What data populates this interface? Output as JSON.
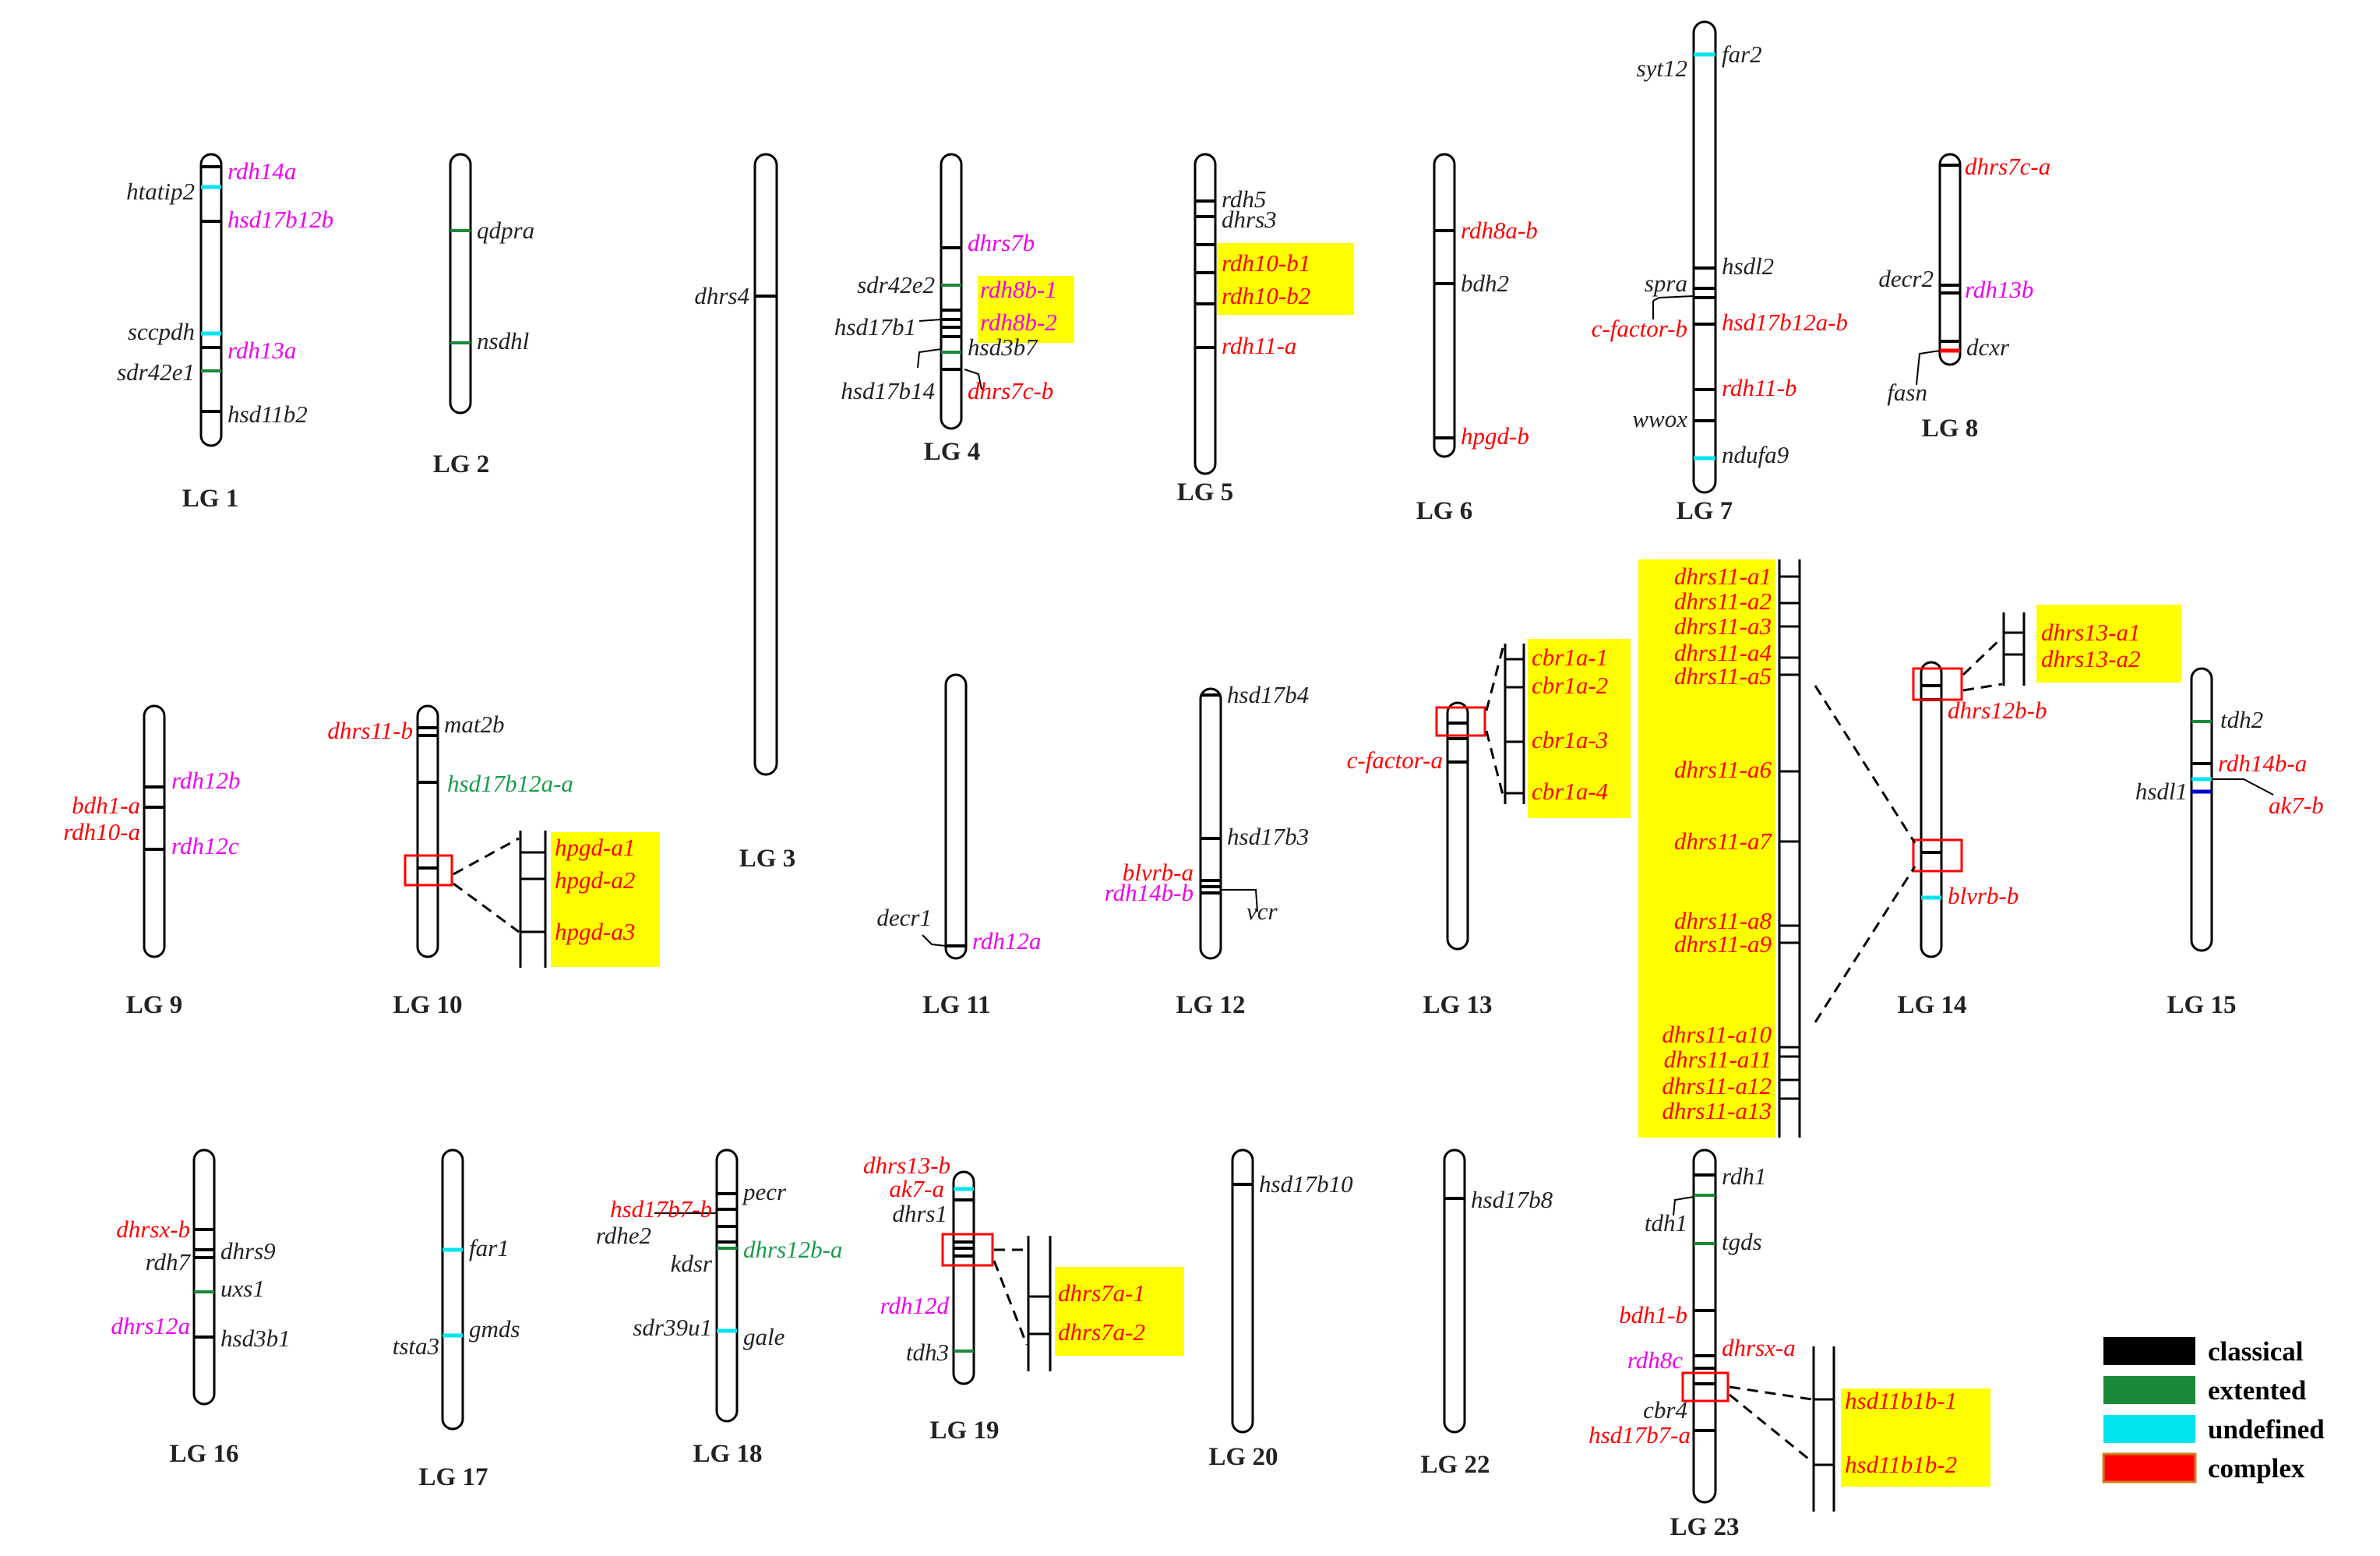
{
  "colors": {
    "classical": "#000000",
    "extented": "#1a8a3a",
    "undefined": "#00e5ee",
    "complex": "#ff0000",
    "magenta": "#ee00ee",
    "highlight": "#ffff00",
    "black_text": "#222222",
    "green_text": "#1a9a4a"
  },
  "legend": {
    "classical": "classical",
    "extented": "extented",
    "undefined": "undefined",
    "complex": "complex"
  },
  "chromosomes": {
    "lg1": "LG 1",
    "lg2": "LG 2",
    "lg3": "LG 3",
    "lg4": "LG 4",
    "lg5": "LG 5",
    "lg6": "LG 6",
    "lg7": "LG 7",
    "lg8": "LG 8",
    "lg9": "LG 9",
    "lg10": "LG 10",
    "lg11": "LG 11",
    "lg12": "LG 12",
    "lg13": "LG 13",
    "lg14": "LG 14",
    "lg15": "LG 15",
    "lg16": "LG 16",
    "lg17": "LG 17",
    "lg18": "LG 18",
    "lg19": "LG 19",
    "lg20": "LG 20",
    "lg22": "LG 22",
    "lg23": "LG 23"
  },
  "genes": {
    "lg1": {
      "rdh14a": "rdh14a",
      "htatip2": "htatip2",
      "hsd17b12b": "hsd17b12b",
      "sccpdh": "sccpdh",
      "rdh13a": "rdh13a",
      "sdr42e1": "sdr42e1",
      "hsd11b2": "hsd11b2"
    },
    "lg2": {
      "qdpra": "qdpra",
      "nsdhl": "nsdhl"
    },
    "lg3": {
      "dhrs4": "dhrs4"
    },
    "lg4": {
      "dhrs7b": "dhrs7b",
      "sdr42e2": "sdr42e2",
      "rdh8b_1": "rdh8b-1",
      "hsd17b1": "hsd17b1",
      "rdh8b_2": "rdh8b-2",
      "hsd3b7": "hsd3b7",
      "hsd17b14": "hsd17b14",
      "dhrs7c_b": "dhrs7c-b"
    },
    "lg5": {
      "rdh5": "rdh5",
      "dhrs3": "dhrs3",
      "rdh10_b1": "rdh10-b1",
      "rdh10_b2": "rdh10-b2",
      "rdh11_a": "rdh11-a"
    },
    "lg6": {
      "rdh8a_b": "rdh8a-b",
      "bdh2": "bdh2",
      "hpgd_b": "hpgd-b"
    },
    "lg7": {
      "syt12": "syt12",
      "far2": "far2",
      "hsdl2": "hsdl2",
      "spra": "spra",
      "c_factor_b": "c-factor-b",
      "hsd17b12a_b": "hsd17b12a-b",
      "rdh11_b": "rdh11-b",
      "wwox": "wwox",
      "ndufa9": "ndufa9"
    },
    "lg8": {
      "dhrs7c_a": "dhrs7c-a",
      "decr2": "decr2",
      "rdh13b": "rdh13b",
      "dcxr": "dcxr",
      "fasn": "fasn"
    },
    "lg9": {
      "bdh1_a": "bdh1-a",
      "rdh12b": "rdh12b",
      "rdh10_a": "rdh10-a",
      "rdh12c": "rdh12c"
    },
    "lg10": {
      "dhrs11_b": "dhrs11-b",
      "mat2b": "mat2b",
      "hsd17b12a_a": "hsd17b12a-a",
      "hpgd_a1": "hpgd-a1",
      "hpgd_a2": "hpgd-a2",
      "hpgd_a3": "hpgd-a3"
    },
    "lg11": {
      "decr1": "decr1",
      "rdh12a": "rdh12a"
    },
    "lg12": {
      "hsd17b4": "hsd17b4",
      "hsd17b3": "hsd17b3",
      "blvrb_a": "blvrb-a",
      "rdh14b_b": "rdh14b-b",
      "vcr": "vcr"
    },
    "lg13": {
      "c_factor_a": "c-factor-a",
      "cbr1a_1": "cbr1a-1",
      "cbr1a_2": "cbr1a-2",
      "cbr1a_3": "cbr1a-3",
      "cbr1a_4": "cbr1a-4"
    },
    "lg14": {
      "dhrs11_a1": "dhrs11-a1",
      "dhrs11_a2": "dhrs11-a2",
      "dhrs11_a3": "dhrs11-a3",
      "dhrs11_a4": "dhrs11-a4",
      "dhrs11_a5": "dhrs11-a5",
      "dhrs11_a6": "dhrs11-a6",
      "dhrs11_a7": "dhrs11-a7",
      "dhrs11_a8": "dhrs11-a8",
      "dhrs11_a9": "dhrs11-a9",
      "dhrs11_a10": "dhrs11-a10",
      "dhrs11_a11": "dhrs11-a11",
      "dhrs11_a12": "dhrs11-a12",
      "dhrs11_a13": "dhrs11-a13",
      "dhrs13_a1": "dhrs13-a1",
      "dhrs13_a2": "dhrs13-a2",
      "dhrs12b_b": "dhrs12b-b",
      "blvrb_b": "blvrb-b"
    },
    "lg15": {
      "tdh2": "tdh2",
      "rdh14b_a": "rdh14b-a",
      "hsdl1": "hsdl1",
      "ak7_b": "ak7-b"
    },
    "lg16": {
      "dhrsx_b": "dhrsx-b",
      "dhrs9": "dhrs9",
      "rdh7": "rdh7",
      "uxs1": "uxs1",
      "dhrs12a": "dhrs12a",
      "hsd3b1": "hsd3b1"
    },
    "lg17": {
      "far1": "far1",
      "tsta3": "tsta3",
      "gmds": "gmds"
    },
    "lg18": {
      "hsd17b7_b": "hsd17b7-b",
      "pecr": "pecr",
      "rdhe2": "rdhe2",
      "kdsr": "kdsr",
      "dhrs12b_a": "dhrs12b-a",
      "sdr39u1": "sdr39u1",
      "gale": "gale"
    },
    "lg19": {
      "dhrs13_b": "dhrs13-b",
      "ak7_a": "ak7-a",
      "dhrs1": "dhrs1",
      "rdh12d": "rdh12d",
      "tdh3": "tdh3",
      "dhrs7a_1": "dhrs7a-1",
      "dhrs7a_2": "dhrs7a-2"
    },
    "lg20": {
      "hsd17b10": "hsd17b10"
    },
    "lg22": {
      "hsd17b8": "hsd17b8"
    },
    "lg23": {
      "rdh1": "rdh1",
      "tdh1": "tdh1",
      "tgds": "tgds",
      "bdh1_b": "bdh1-b",
      "rdh8c": "rdh8c",
      "dhrsx_a": "dhrsx-a",
      "cbr4": "cbr4",
      "hsd17b7_a": "hsd17b7-a",
      "hsd11b1b_1": "hsd11b1b-1",
      "hsd11b1b_2": "hsd11b1b-2"
    }
  }
}
